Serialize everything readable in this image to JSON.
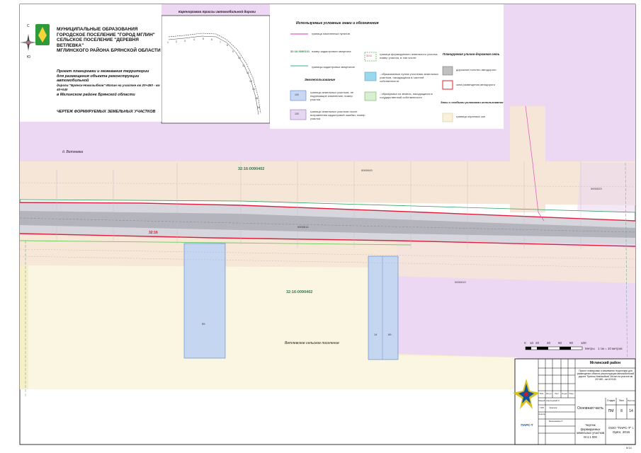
{
  "header": {
    "municipality_lines": [
      "МУНИЦИПАЛЬНЫЕ ОБРАЗОВАНИЯ",
      "ГОРОДСКОЕ ПОСЕЛЕНИЕ \"ГОРОД МГЛИН\"",
      "СЕЛЬСКОЕ ПОСЕЛЕНИЕ \"ДЕРЕВНЯ ВЕТЛЕВКА\"",
      "МГЛИНСКОГО РАЙОНА БРЯНСКОЙ ОБЛАСТИ"
    ],
    "project_lines": [
      "Проект планировки и межевания территории",
      "для размещения объекта реконструкции автомобильной",
      "дороги \"Брянск-Новозыбков\"-Мглин на участке км 20+450 - км 40+040",
      "в Мглинском районе Брянской области"
    ],
    "drawing_title": "ЧЕРТЕЖ ФОРМИРУЕМЫХ ЗЕМЕЛЬНЫХ УЧАСТКОВ",
    "compass_north": "С",
    "compass_south": "Ю"
  },
  "inset": {
    "title": "Картограмма трассы автомобильной дороги",
    "sheet_numbers": [
      "1",
      "2",
      "3",
      "4",
      "5",
      "6",
      "7",
      "8",
      "9",
      "10",
      "11",
      "12",
      "13",
      "14",
      "15",
      "16"
    ]
  },
  "legend": {
    "title": "Используемые условные знаки и обозначения",
    "col1": [
      {
        "label": "граница населенных пунктов",
        "swatch": "line",
        "color": "#e060c0"
      },
      {
        "label": "номер кадастрового квартала",
        "swatch": "text",
        "code": "32:16:0090101",
        "color": "#2e8b57"
      },
      {
        "label": "границы кадастровых кварталов",
        "swatch": "line",
        "color": "#5cc0a0"
      }
    ],
    "section_land": "Землепользование",
    "col1b": [
      {
        "label": "границы земельных участков, не подлежащие изменению; номер участка",
        "code": "100",
        "fill": "#c8d8f4",
        "stroke": "#5a7fd0"
      },
      {
        "label": "границы земельных участков после исправления кадастровой ошибки; номер участка",
        "code": "100",
        "fill": "#e6d6f0",
        "stroke": "#9a70c0"
      }
    ],
    "col2": [
      {
        "label": "граница формируемого земельного участка, номер участка, в том числе:",
        "code": "32:11",
        "fill": "#ffffff",
        "stroke": "#70b060"
      },
      {
        "label": "- образованные путем уточнения земельных участков, находящихся в частной собственности",
        "fill": "#9ad8ee",
        "stroke": "#5a9ac0"
      },
      {
        "label": "- образуемых из земель, находящихся в государственной собственности",
        "fill": "#d8f0d0",
        "stroke": "#70b060"
      }
    ],
    "section_road": "Планируемая улично-дорожная сеть",
    "col3": [
      {
        "label": "дорожное полотно автодороги",
        "fill": "#c0c0c0",
        "stroke": "#777777"
      },
      {
        "label": "зона размещения автодороги",
        "fill": "#ffffff",
        "stroke": "#e02030"
      }
    ],
    "section_zone": "Зоны с особыми условиями использования",
    "col3b": [
      {
        "label": "граница охранных зон",
        "fill": "#f8f0d8",
        "stroke": "#d8c8a0"
      }
    ]
  },
  "map_labels": {
    "village": "д. Ветлевка",
    "quarter_top": "32:16:0090402",
    "quarter_bottom": "32:16:0090402",
    "road_code": "32:16",
    "road_center": "0000614",
    "right_parcel": "0000019",
    "right_code_top": "0000023",
    "top_field": "0000043",
    "farmland": "Ветлевское сельское поселение",
    "parcel_59": "59",
    "parcel_14": "14",
    "parcel_69": "69"
  },
  "scale": {
    "ticks": [
      "0",
      "10",
      "20",
      "40",
      "60",
      "80",
      "100"
    ],
    "units": "Метры",
    "ratio": "1 см = 10 метров"
  },
  "stamp": {
    "district": "Мглинский район",
    "project_desc": "Проект планировки и межевания территории для размещения объекта реконструкции автомобильной дороги \"Брянск-Новозыбков\"-Мглин на участке км 20+450 - км 40+040",
    "part": "Основная часть",
    "drawing": "Чертеж формируемых земельных участков М 1:1 000",
    "company_block": "ООО \"ПАРС-Т\" г. Орёл, 2016",
    "stage_header": "Стадия",
    "sheet_header": "Лист",
    "sheets_header": "Листов",
    "stage": "ПМ",
    "sheet": "8",
    "sheets": "14",
    "rows": [
      "Изм.",
      "Кол.уч",
      "Лист",
      "№ док.",
      "Подп.",
      "Дата"
    ],
    "roles": [
      "Разраб.",
      "ГИП",
      "Н.контр."
    ],
    "people": [
      "Смоленский С.",
      "Краснов",
      "Мельникова Н.Г."
    ],
    "logo_text": "ПАРС-Т",
    "sheet_code": "8/14"
  },
  "colors": {
    "zone_lilac": "#ecd8f2",
    "zone_peach": "#f6e6d8",
    "zone_yellow": "#f6efc8",
    "field_blue": "#c4d6f0",
    "road_grey": "#b4b4bc",
    "red_line": "#e01e3c",
    "green_line": "#2fa060"
  }
}
